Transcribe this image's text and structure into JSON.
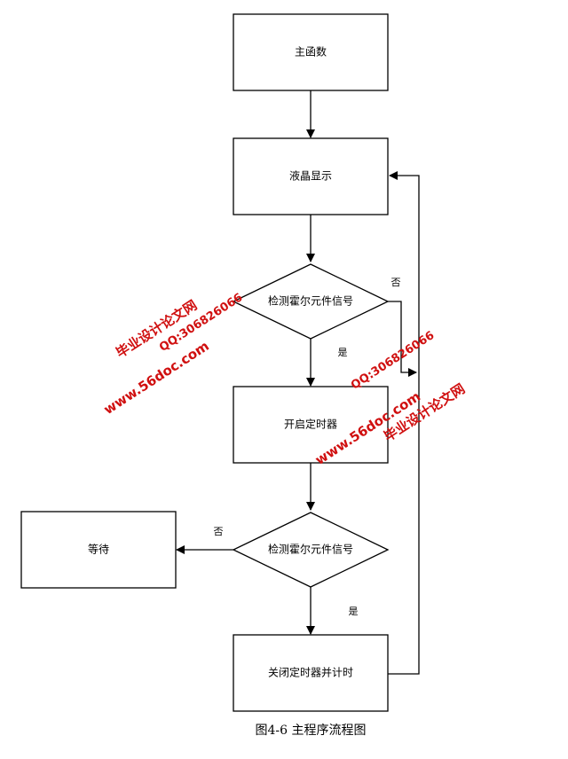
{
  "nodes": {
    "main_function": "主函数",
    "lcd_display": "液晶显示",
    "check_hall_1": "检测霍尔元件信号",
    "start_timer": "开启定时器",
    "check_hall_2": "检测霍尔元件信号",
    "wait": "等待",
    "stop_timer": "关闭定时器并计时"
  },
  "edge_labels": {
    "no_1": "否",
    "yes_1": "是",
    "no_2": "否",
    "yes_2": "是"
  },
  "caption": "图4-6  主程序流程图",
  "watermark": {
    "site_name": "毕业设计论文网",
    "url": "www.56doc.com",
    "qq": "QQ:306826066"
  },
  "colors": {
    "watermark": "#d01010",
    "stroke": "#000000"
  }
}
